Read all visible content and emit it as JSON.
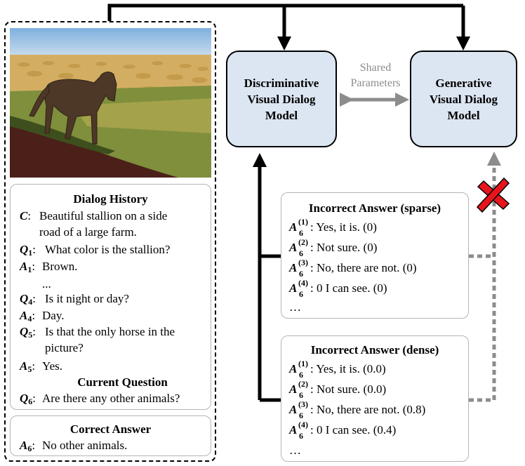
{
  "models": {
    "discriminative": [
      "Discriminative",
      "Visual Dialog",
      "Model"
    ],
    "generative": [
      "Generative",
      "Visual Dialog",
      "Model"
    ]
  },
  "shared_label": [
    "Shared",
    "Parameters"
  ],
  "dialog_history": {
    "title": "Dialog History",
    "caption_symbol": "C",
    "caption": [
      "Beautiful stallion on a side",
      "road of a large farm."
    ],
    "turns": [
      {
        "sym": "Q",
        "idx": "1",
        "text": "What color is the stallion?"
      },
      {
        "sym": "A",
        "idx": "1",
        "text": "Brown."
      },
      {
        "ellipsis": "..."
      },
      {
        "sym": "Q",
        "idx": "4",
        "text": "Is it night or day?"
      },
      {
        "sym": "A",
        "idx": "4",
        "text": "Day."
      },
      {
        "sym": "Q",
        "idx": "5",
        "text": [
          "Is that the only horse in the",
          "picture?"
        ]
      },
      {
        "sym": "A",
        "idx": "5",
        "text": "Yes."
      }
    ],
    "current_question_title": "Current Question",
    "current_question": {
      "sym": "Q",
      "idx": "6",
      "text": "Are there any other animals?"
    }
  },
  "correct_answer": {
    "title": "Correct Answer",
    "sym": "A",
    "idx": "6",
    "text": "No other animals."
  },
  "incorrect_sparse": {
    "title": "Incorrect Answer (sparse)",
    "items": [
      {
        "sup": "(1)",
        "sub": "6",
        "text": "Yes, it is. (0)"
      },
      {
        "sup": "(2)",
        "sub": "6",
        "text": "Not sure. (0)"
      },
      {
        "sup": "(3)",
        "sub": "6",
        "text": "No, there are not. (0)"
      },
      {
        "sup": "(4)",
        "sub": "6",
        "text": "0 I can see. (0)"
      }
    ],
    "ellipsis": "…"
  },
  "incorrect_dense": {
    "title": "Incorrect Answer (dense)",
    "items": [
      {
        "sup": "(1)",
        "sub": "6",
        "text": "Yes, it is. (0.0)"
      },
      {
        "sup": "(2)",
        "sub": "6",
        "text": "Not sure. (0.0)"
      },
      {
        "sup": "(3)",
        "sub": "6",
        "text": "No, there are not. (0.8)"
      },
      {
        "sup": "(4)",
        "sub": "6",
        "text": "0 I can see. (0.4)"
      }
    ],
    "ellipsis": "…"
  },
  "colors": {
    "model_fill": "#dce6f2",
    "shared_arrow": "#8c8c8c",
    "cross": "#e8141c",
    "box_border": "#b5b5b5"
  }
}
